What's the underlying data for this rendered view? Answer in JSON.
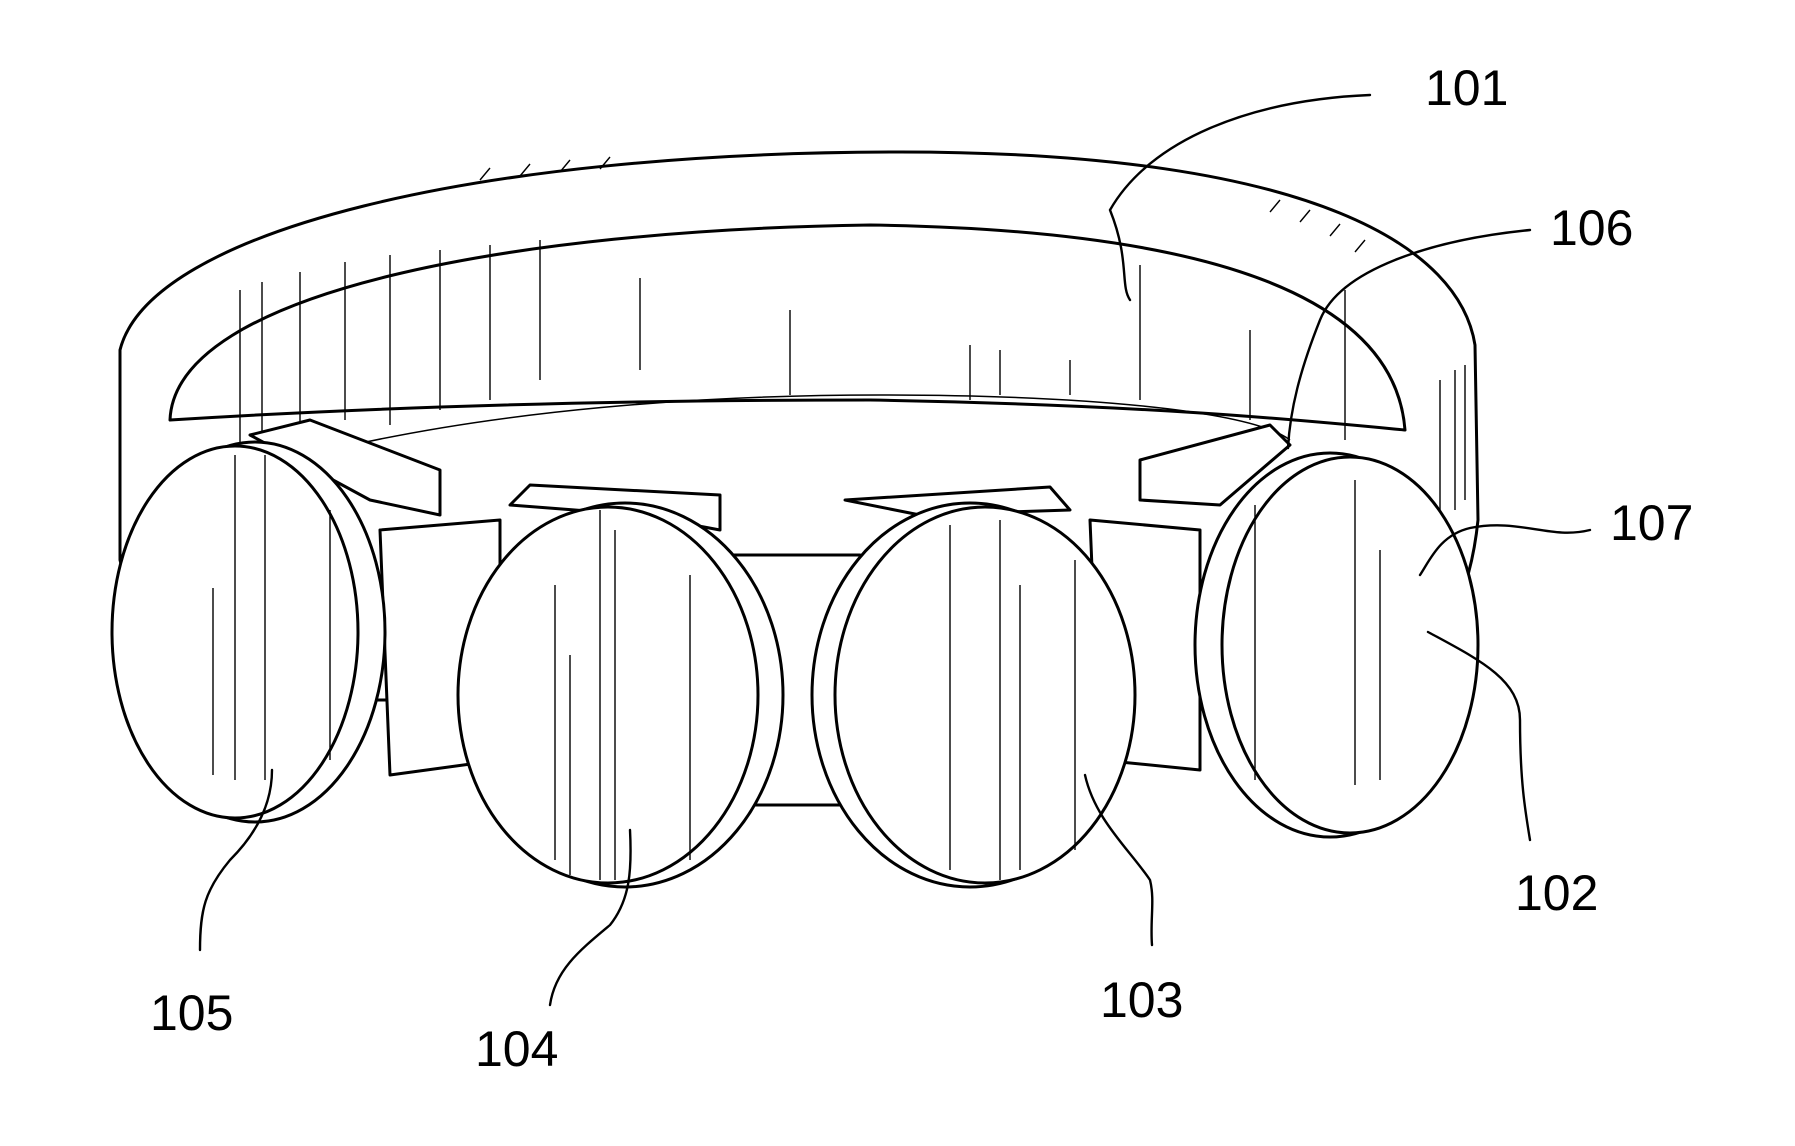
{
  "figure": {
    "labels": {
      "band": "101",
      "sensor_right": "102",
      "sensor_center_right": "103",
      "sensor_center_left": "104",
      "sensor_left": "105",
      "housing": "106",
      "sensor_face": "107"
    }
  }
}
